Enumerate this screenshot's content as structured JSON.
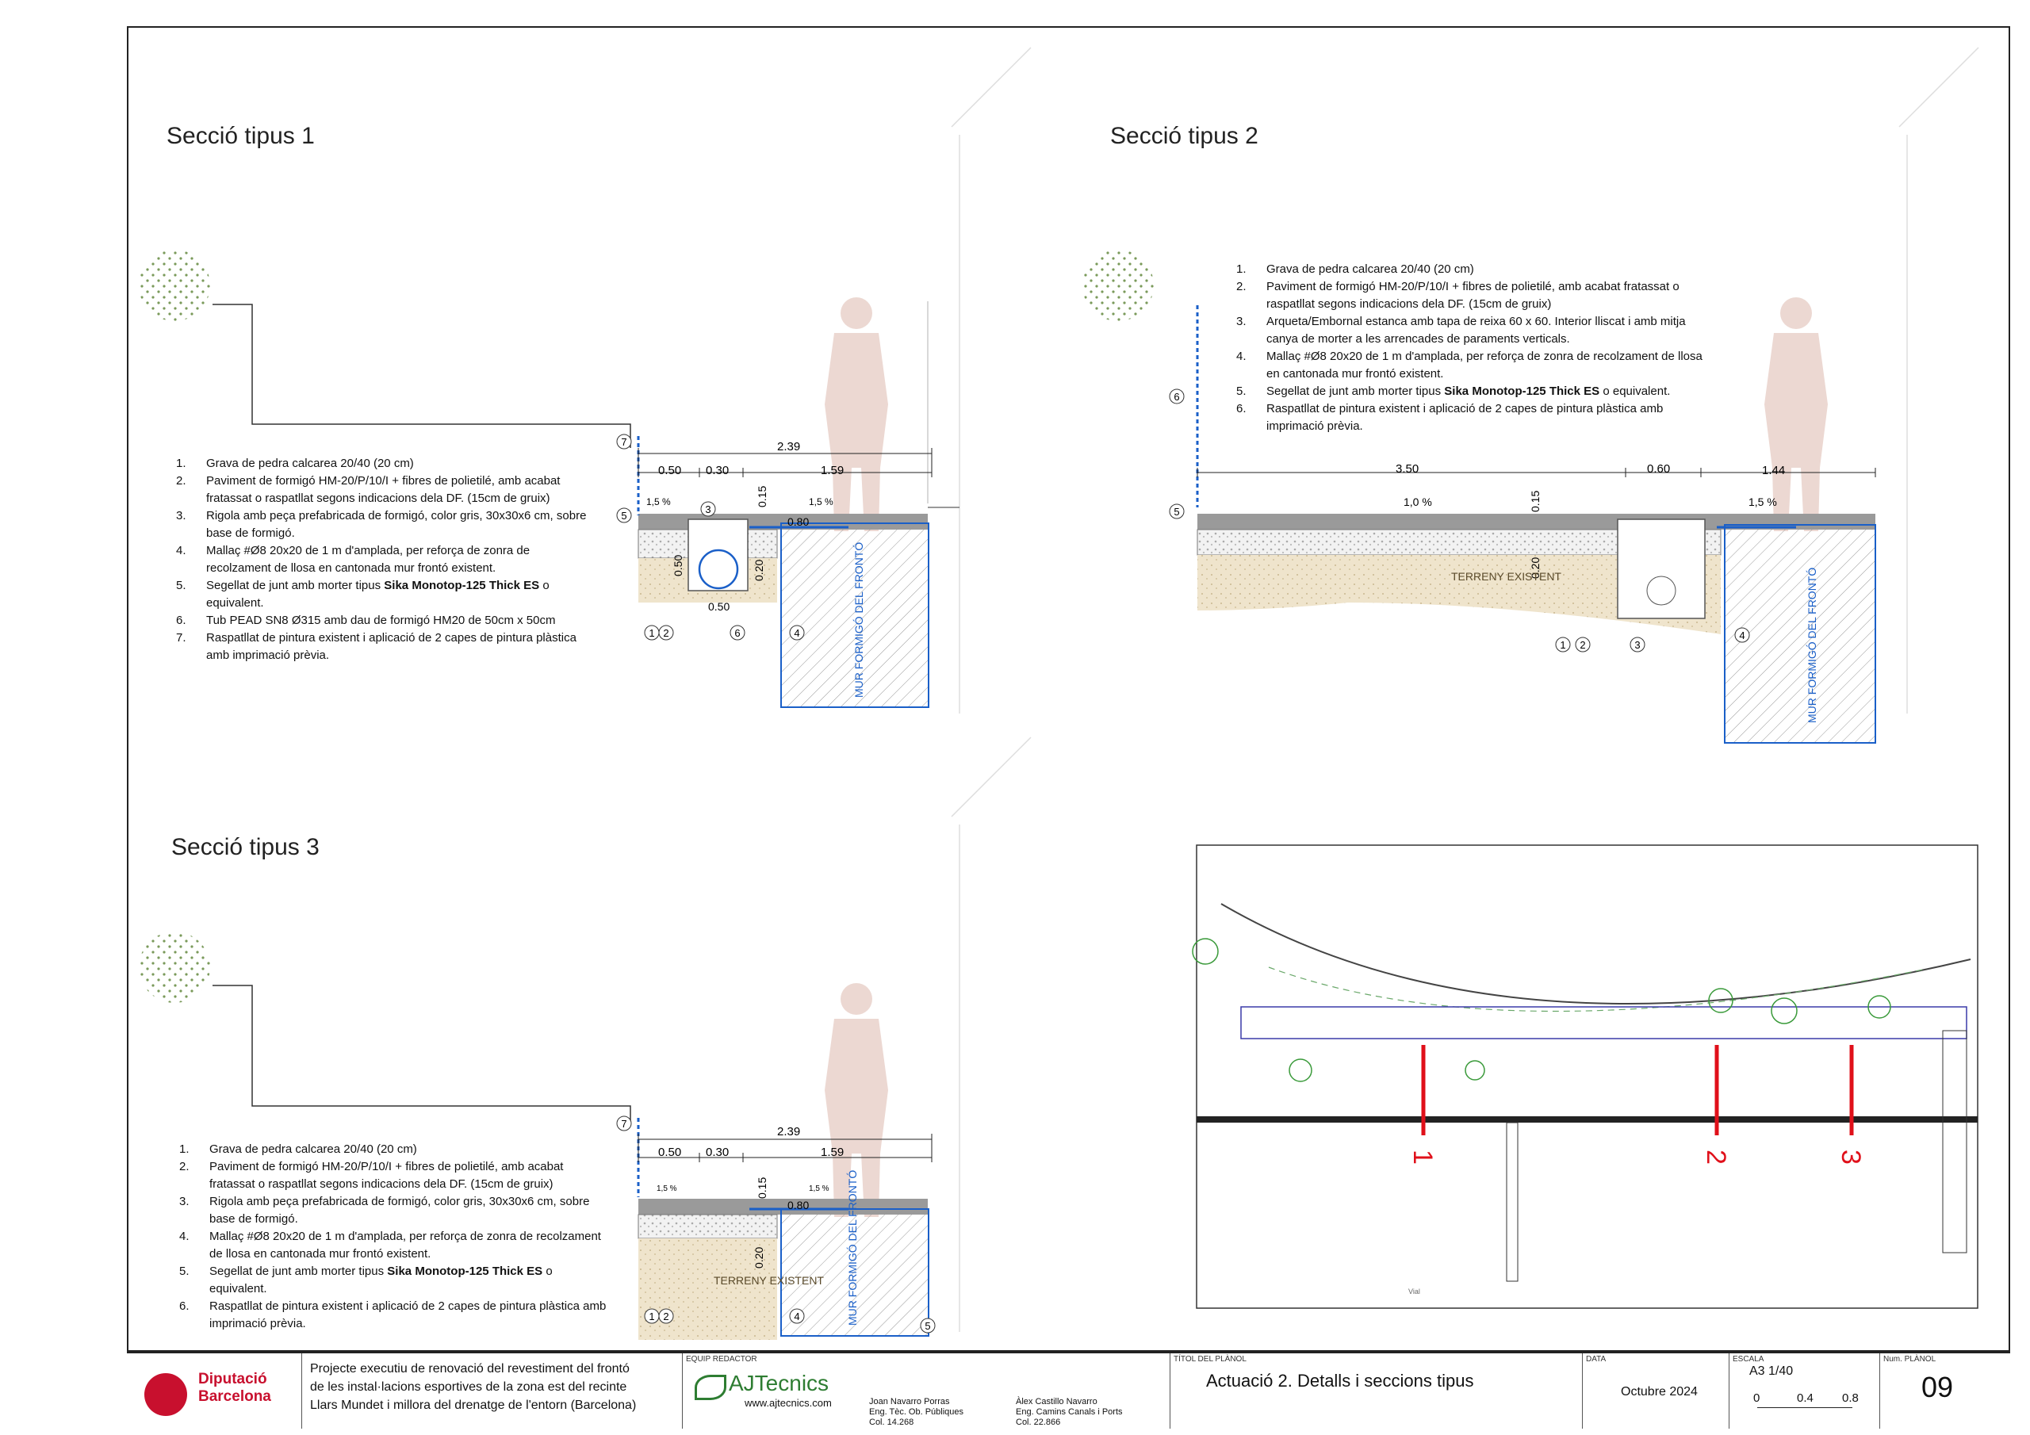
{
  "sections": {
    "s1": {
      "title": "Secció tipus 1",
      "notes": [
        {
          "n": "1.",
          "t": "Grava de pedra calcarea 20/40 (20 cm)"
        },
        {
          "n": "2.",
          "t": "Paviment de formigó HM-20/P/10/I + fibres de polietilé, amb acabat fratassat o raspatllat segons indicacions dela DF.  (15cm de gruix)"
        },
        {
          "n": "3.",
          "t": "Rigola amb peça prefabricada de formigó, color gris, 30x30x6 cm, sobre base de formigó."
        },
        {
          "n": "4.",
          "t": "Mallaç #Ø8 20x20 de 1 m d'amplada, per reforça de zonra de recolzament de llosa en cantonada mur frontó existent."
        },
        {
          "n": "5.",
          "t": "Segellat de junt amb morter tipus ",
          "b": "Sika Monotop-125 Thick ES",
          "t2": " o equivalent."
        },
        {
          "n": "6.",
          "t": "Tub PEAD SN8 Ø315 amb dau de formigó HM20 de 50cm x 50cm"
        },
        {
          "n": "7.",
          "t": "Raspatllat de pintura existent i aplicació de 2 capes de pintura plàstica amb imprimació prèvia."
        }
      ],
      "dims": {
        "total": "2.39",
        "a": "0.50",
        "b": "0.30",
        "c": "1.59",
        "h15": "0.15",
        "h20": "0.20",
        "h50": "0.50",
        "w50": "0.50",
        "w80": "0.80",
        "slope1": "1,5 %",
        "slope2": "1,5 %"
      },
      "wall_label": "MUR FORMIGÓ DEL FRONTÓ",
      "callouts": [
        "1",
        "2",
        "3",
        "4",
        "5",
        "6",
        "7"
      ]
    },
    "s2": {
      "title": "Secció tipus 2",
      "notes": [
        {
          "n": "1.",
          "t": "Grava de pedra calcarea 20/40 (20 cm)"
        },
        {
          "n": "2.",
          "t": "Paviment de formigó HM-20/P/10/I + fibres de polietilé, amb acabat fratassat o raspatllat segons indicacions dela DF.  (15cm de gruix)"
        },
        {
          "n": "3.",
          "t": "Arqueta/Embornal estanca amb tapa de reixa 60 x 60. Interior lliscat i amb mitja canya de morter a les arrencades de paraments verticals."
        },
        {
          "n": "4.",
          "t": "Mallaç #Ø8 20x20 de 1 m d'amplada, per reforça de zonra de recolzament de llosa en cantonada mur frontó existent."
        },
        {
          "n": "5.",
          "t": "Segellat de junt amb morter tipus ",
          "b": "Sika Monotop-125 Thick ES",
          "t2": " o equivalent."
        },
        {
          "n": "6.",
          "t": "Raspatllat de pintura existent i aplicació de 2 capes de pintura plàstica amb imprimació prèvia."
        }
      ],
      "dims": {
        "a": "3.50",
        "b": "0.60",
        "c": "1.44",
        "h15": "0.15",
        "h20": "0.20",
        "slope1": "1,0 %",
        "slope2": "1,5 %"
      },
      "terrain_label": "TERRENY EXISTENT",
      "wall_label": "MUR FORMIGÓ DEL FRONTÓ",
      "callouts": [
        "1",
        "2",
        "3",
        "4",
        "5",
        "6"
      ]
    },
    "s3": {
      "title": "Secció tipus 3",
      "notes": [
        {
          "n": "1.",
          "t": "Grava de pedra calcarea 20/40 (20 cm)"
        },
        {
          "n": "2.",
          "t": "Paviment de formigó HM-20/P/10/I + fibres de polietilé, amb acabat fratassat o raspatllat segons indicacions dela DF.  (15cm de gruix)"
        },
        {
          "n": "3.",
          "t": "Rigola amb peça prefabricada de formigó, color gris, 30x30x6 cm, sobre base de formigó."
        },
        {
          "n": "4.",
          "t": "Mallaç #Ø8 20x20 de 1 m d'amplada, per reforça de zonra de recolzament de llosa en cantonada mur frontó existent."
        },
        {
          "n": "5.",
          "t": "Segellat de junt amb morter tipus ",
          "b": "Sika Monotop-125 Thick ES",
          "t2": " o equivalent."
        },
        {
          "n": "6.",
          "t": "Raspatllat de pintura existent i aplicació de 2 capes de pintura plàstica amb imprimació prèvia."
        }
      ],
      "dims": {
        "total": "2.39",
        "a": "0.50",
        "b": "0.30",
        "c": "1.59",
        "h15": "0.15",
        "h20": "0.20",
        "w80": "0.80",
        "slope1": "1,5 %",
        "slope2": "1,5 %"
      },
      "terrain_label": "TERRENY EXISTENT",
      "wall_label": "MUR FORMIGÓ DEL FRONTÓ",
      "callouts": [
        "1",
        "2",
        "4",
        "5",
        "7"
      ]
    }
  },
  "plan": {
    "markers": [
      "1",
      "2",
      "3"
    ],
    "small_label": "Vial",
    "marker_color": "#e0101a"
  },
  "titleblock": {
    "logo_line1": "Diputació",
    "logo_line2": "Barcelona",
    "project_line1": "Projecte executiu de renovació del revestiment del frontó",
    "project_line2": "de les instal·lacions esportives de la zona est del recinte",
    "project_line3": "Llars Mundet i millora del drenatge de l'entorn (Barcelona)",
    "team_label": "EQUIP REDACTOR",
    "firm_name": "AJTecnics",
    "firm_web": "www.ajtecnics.com",
    "author1_name": "Joan Navarro Porras",
    "author1_title": "Eng. Tèc. Ob. Públiques",
    "author1_col": "Col. 14.268",
    "author2_name": "Àlex Castillo Navarro",
    "author2_title": "Eng. Camins Canals i Ports",
    "author2_col": "Col. 22.866",
    "plan_title_label": "TÍTOL DEL PLÀNOL",
    "plan_title": "Actuació 2. Detalls i seccions tipus",
    "date_label": "DATA",
    "date": "Octubre 2024",
    "scale_label": "ESCALA",
    "scale": "A3 1/40",
    "scale_ticks": [
      "0",
      "0.4",
      "0.8"
    ],
    "number_label": "Num. PLÀNOL",
    "number": "09"
  },
  "colors": {
    "blue_line": "#1a5fc8",
    "terrain": "#e9dcc0",
    "silhouette": "#ecd8d2",
    "slab": "#9a9a9a",
    "marker": "#e0101a"
  }
}
